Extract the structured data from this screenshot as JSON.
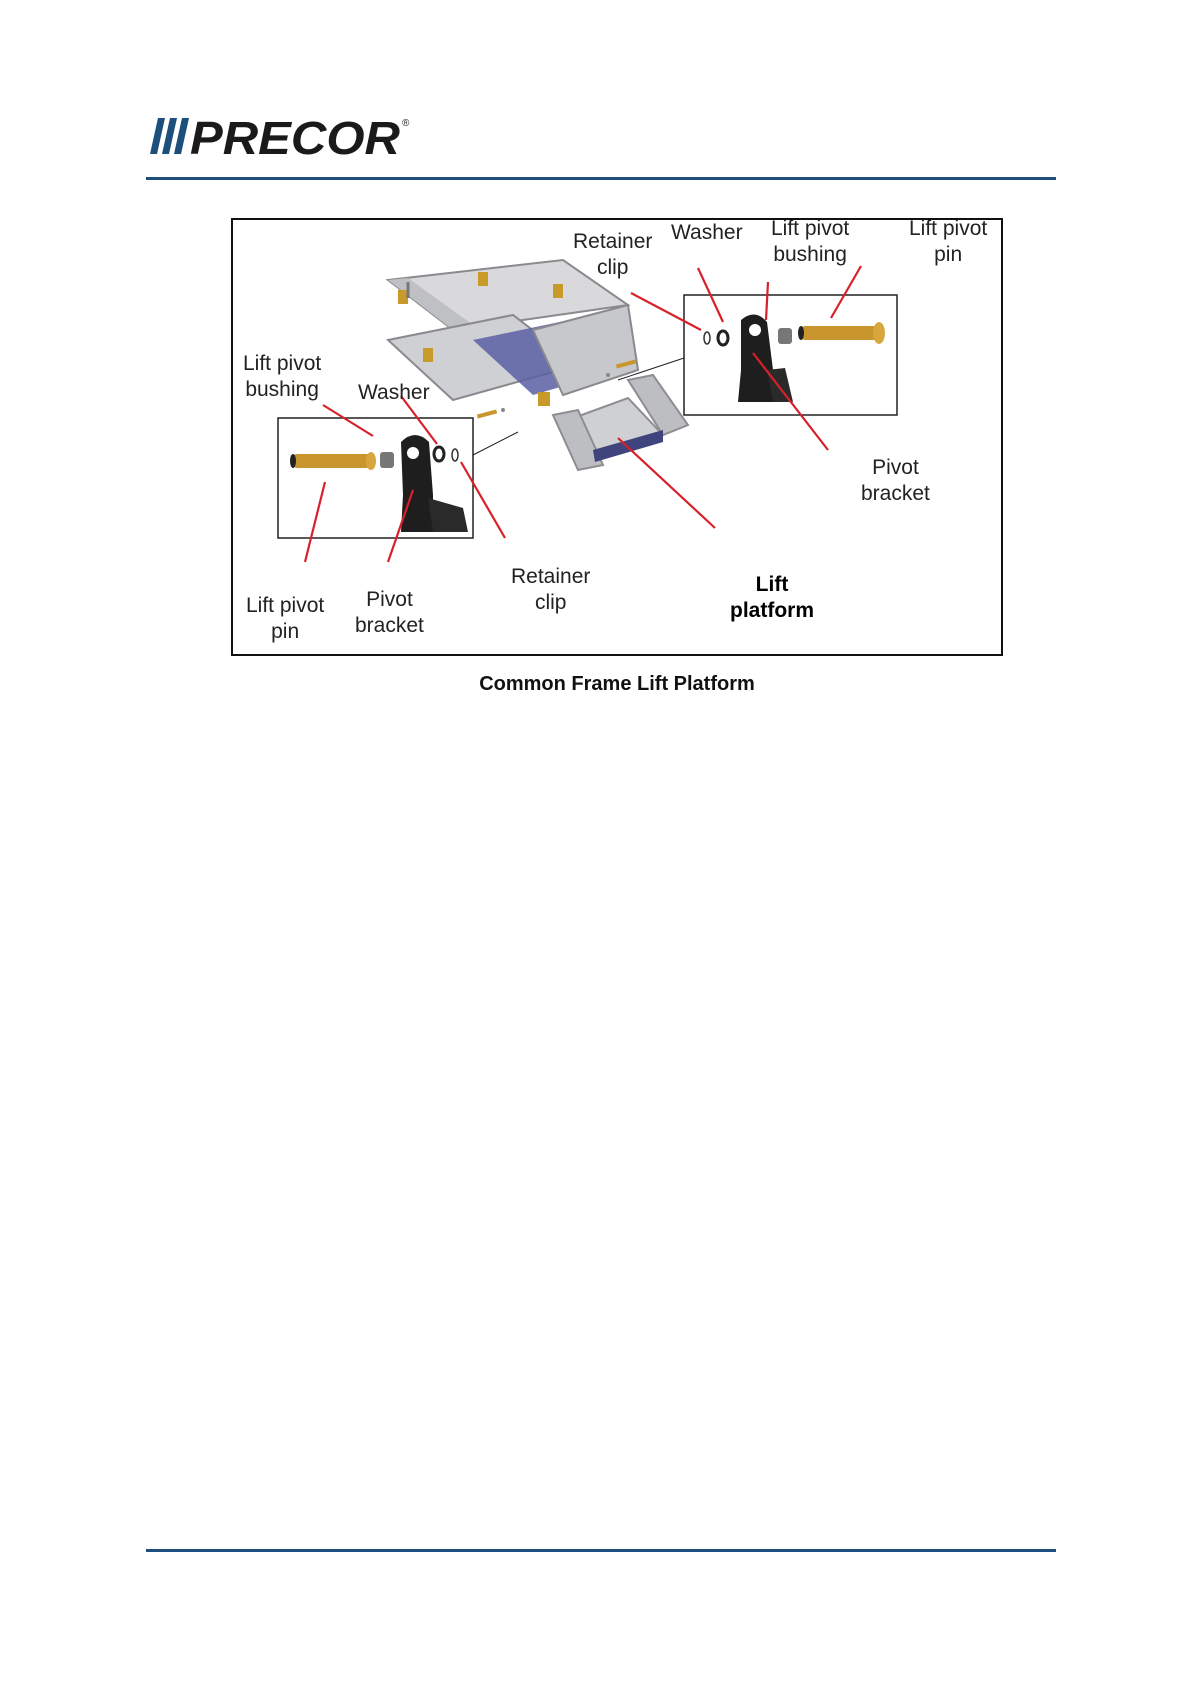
{
  "header": {
    "logo_text": "PRECOR",
    "accent_color": "#1c4f7c"
  },
  "figure": {
    "labels": {
      "retainer_clip_top": "Retainer\nclip",
      "washer_top": "Washer",
      "lift_pivot_bushing_top": "Lift pivot\nbushing",
      "lift_pivot_pin_top": "Lift pivot\npin",
      "lift_pivot_bushing_left": "Lift pivot\nbushing",
      "washer_left": "Washer",
      "pivot_bracket_right": "Pivot\nbracket",
      "lift_pivot_pin_bottom": "Lift pivot\npin",
      "pivot_bracket_bottom": "Pivot\nbracket",
      "retainer_clip_bottom": "Retainer\nclip",
      "lift_platform": "Lift\nplatform"
    },
    "caption": "Common Frame Lift Platform",
    "callout_color": "#d8202a",
    "pin_color": "#c9962e"
  }
}
